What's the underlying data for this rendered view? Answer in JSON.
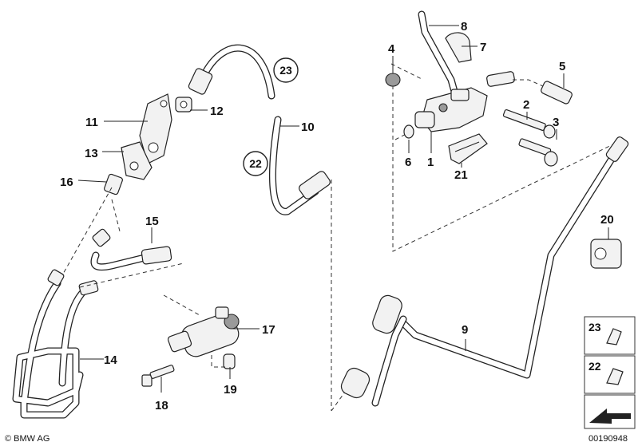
{
  "diagram": {
    "part_labels": {
      "p1": "1",
      "p2": "2",
      "p3": "3",
      "p4": "4",
      "p5": "5",
      "p6": "6",
      "p7": "7",
      "p8": "8",
      "p9": "9",
      "p10": "10",
      "p11": "11",
      "p12": "12",
      "p13": "13",
      "p14": "14",
      "p15": "15",
      "p16": "16",
      "p17": "17",
      "p18": "18",
      "p19": "19",
      "p20": "20",
      "p21": "21"
    },
    "ref_circles": {
      "ref23": "23",
      "ref22": "22"
    },
    "legend": {
      "item23": "23",
      "item22": "22"
    },
    "footer": {
      "brand": "© BMW AG",
      "doc_number": "00190948"
    }
  }
}
